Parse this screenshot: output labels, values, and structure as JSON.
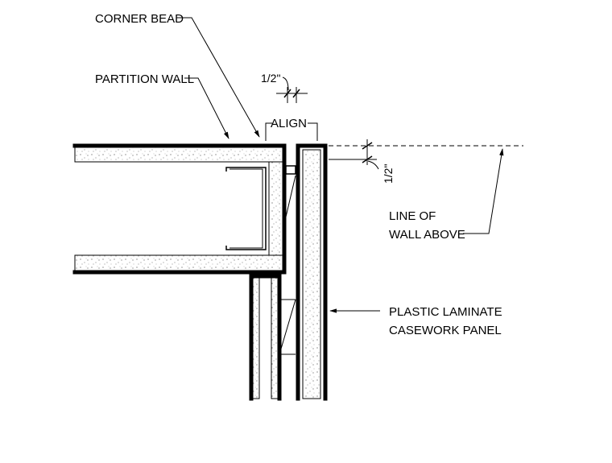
{
  "labels": {
    "corner_bead": "CORNER BEAD",
    "partition_wall": "PARTITION WALL",
    "align": "ALIGN",
    "dim_top": "1/2\"",
    "dim_right": "1/2\"",
    "line_of_wall_above_1": "LINE OF",
    "line_of_wall_above_2": "WALL ABOVE",
    "casework_1": "PLASTIC LAMINATE",
    "casework_2": "CASEWORK PANEL"
  }
}
